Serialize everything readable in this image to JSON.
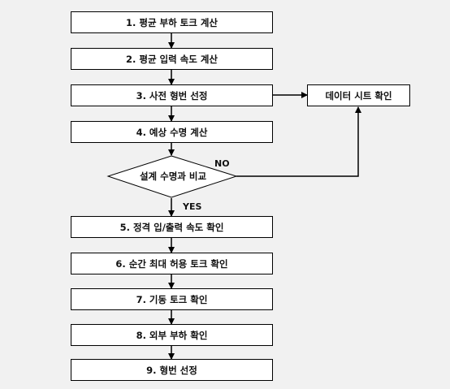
{
  "steps": [
    "1. 평균 부하 토크 계산",
    "2. 평균 입력 속도 계산",
    "3. 사전 형번 선정",
    "4. 예상 수명 계산",
    "5. 정격 입/출력 속도 확인",
    "6. 순간 최대 허용 토크 확인",
    "7. 기동 토크 확인",
    "8. 외부 부하 확인",
    "9. 형번 선정"
  ],
  "side_box": "데이터 시트 확인",
  "decision": {
    "label": "설계 수명과 비교",
    "no_label": "NO",
    "yes_label": "YES"
  },
  "colors": {
    "background": "#f1f1f1",
    "box_fill": "#ffffff",
    "line": "#000000"
  }
}
